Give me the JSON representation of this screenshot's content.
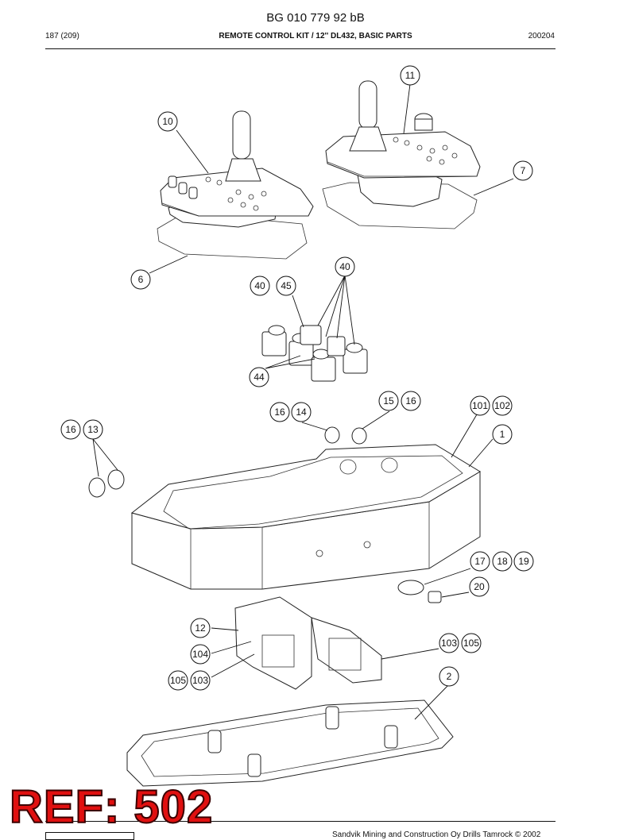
{
  "header": {
    "doc_code": "BG 010 779 92 bB",
    "page": "187 (209)",
    "title": "REMOTE CONTROL KIT / 12'' DL432, BASIC PARTS",
    "date": "200204"
  },
  "callouts": [
    "11",
    "10",
    "7",
    "6",
    "40",
    "40",
    "45",
    "44",
    "15",
    "16",
    "16",
    "14",
    "101",
    "102",
    "16",
    "13",
    "1",
    "17",
    "18",
    "19",
    "20",
    "12",
    "103",
    "105",
    "104",
    "105",
    "103",
    "2"
  ],
  "stamp": {
    "text": "REF: 502"
  },
  "footer": {
    "text": "Sandvik Mining and Construction Oy Drills Tamrock © 2002"
  }
}
